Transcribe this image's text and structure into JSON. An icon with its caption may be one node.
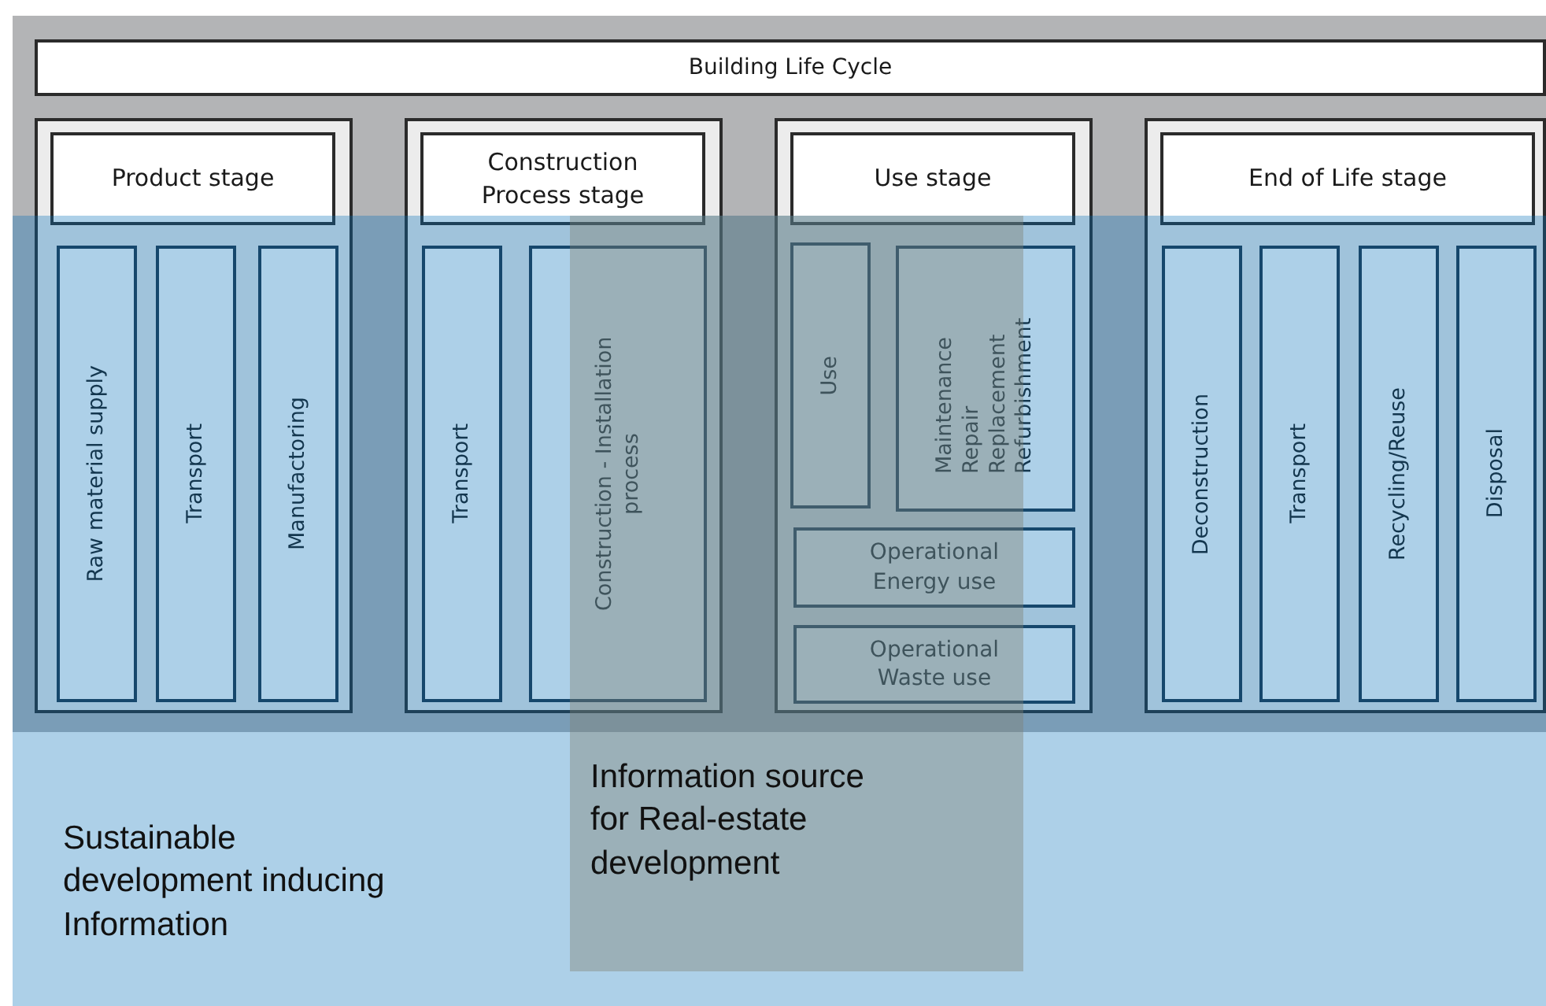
{
  "diagram": {
    "nodes": [
      {
        "text": [
          "Building Life Cycle"
        ]
      },
      {
        "text": [
          "Product stage"
        ]
      },
      {
        "text": [
          "Raw material supply"
        ],
        "in": 1
      },
      {
        "text": [
          "Transport"
        ],
        "in": 1
      },
      {
        "text": [
          "Manufactoring"
        ],
        "in": 1
      },
      {
        "text": [
          "Construction Process stage"
        ]
      },
      {
        "text": [
          "Transport"
        ],
        "in": 5
      },
      {
        "text": [
          "Construction - Installation process"
        ],
        "in": 5
      },
      {
        "text": [
          "Use stage"
        ]
      },
      {
        "text": [
          "Use"
        ]
      },
      {
        "text": [
          "Maintenance Repair Replacement Refurbishment"
        ],
        "in": 8
      },
      {
        "text": [
          "Operational Energy use"
        ],
        "in": 8
      },
      {
        "text": [
          "Operational Waste use"
        ],
        "in": 8
      },
      {
        "text": [
          "End of Life stage"
        ]
      },
      {
        "text": [
          "Deconstruction"
        ],
        "in": 13
      },
      {
        "text": [
          "Transport"
        ],
        "in": 13
      },
      {
        "text": [
          "Recycling/Reuse"
        ],
        "in": 13
      },
      {
        "text": [
          "Disposal"
        ],
        "in": 13
      },
      {
        "text": [
          "Sustainable development inducing Information"
        ]
      },
      {
        "text": [
          "Information source for Real-estate development"
        ],
        "in": 18
      }
    ]
  }
}
